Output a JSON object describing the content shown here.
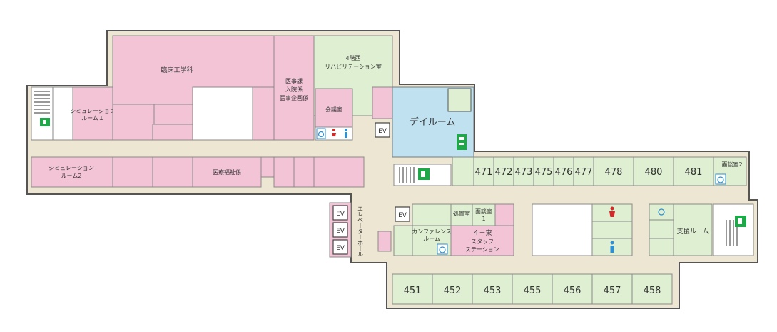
{
  "colors": {
    "clinic": "#f2c4d6",
    "ward": "#dfefd2",
    "dayroom": "#bfe1f0",
    "corridor": "#ece6d2",
    "exit": "#1ea84a",
    "female": "#d12a2a",
    "male": "#2f8fd0"
  },
  "icons": [
    "emergency-exit-icon",
    "wheelchair-icon",
    "female-toilet-icon",
    "male-toilet-icon",
    "vending-machine-icon",
    "stairs-icon"
  ],
  "rooms": {
    "rinsho": "臨床工学科",
    "sim1_a": "シミュレーション",
    "sim1_b": "ルーム１",
    "sim2_a": "シミュレーション",
    "sim2_b": "ルーム2",
    "iji_1": "医事課",
    "iji_2": "入院係",
    "iji_3": "医事企画係",
    "kaigi": "会議室",
    "rehab_1": "4階西",
    "rehab_2": "リハビリテーション室",
    "iryo": "医療福祉係",
    "dayroom": "デイルーム",
    "menwa2": "面談室2",
    "shochi": "処置室",
    "menwa1_a": "面談室",
    "menwa1_b": "1",
    "conf_a": "カンファレンス",
    "conf_b": "ルーム",
    "station_1": "４－東",
    "station_2": "スタッフ",
    "station_3": "ステーション",
    "shien": "支援ルーム",
    "elevator_hall": "エレベーターホール"
  },
  "ev_label": "EV",
  "ward_top": [
    "471",
    "472",
    "473",
    "475",
    "476",
    "477",
    "478",
    "480",
    "481"
  ],
  "ward_bottom": [
    "451",
    "452",
    "453",
    "455",
    "456",
    "457",
    "458"
  ]
}
